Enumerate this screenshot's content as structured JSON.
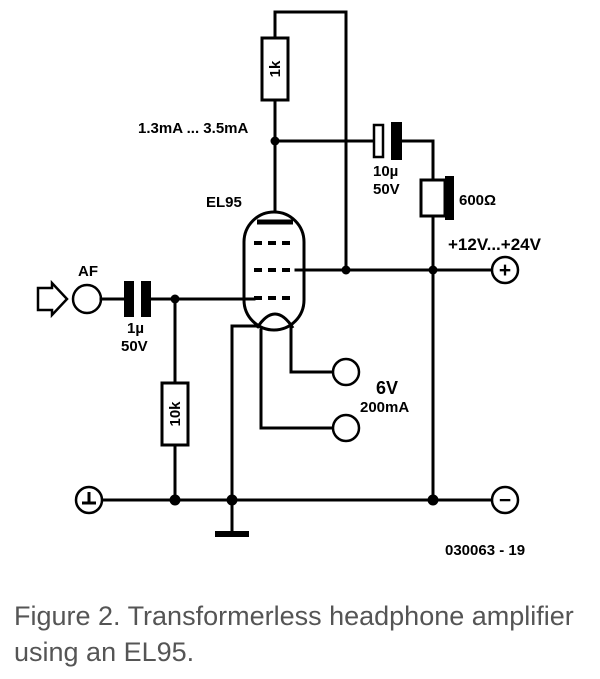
{
  "labels": {
    "r_anode": "1k",
    "anode_current": "1.3mA ... 3.5mA",
    "c_out_value": "10µ",
    "c_out_voltage": "50V",
    "speaker": "600Ω",
    "tube": "EL95",
    "supply": "+12V...+24V",
    "plus_sign": "+",
    "minus_sign": "−",
    "input": "AF",
    "c_in_value": "1µ",
    "c_in_voltage": "50V",
    "r_grid": "10k",
    "heater_voltage": "6V",
    "heater_current": "200mA",
    "code": "030063 - 19"
  },
  "caption": "Figure 2. Transformerless headphone amplifier using an EL95."
}
